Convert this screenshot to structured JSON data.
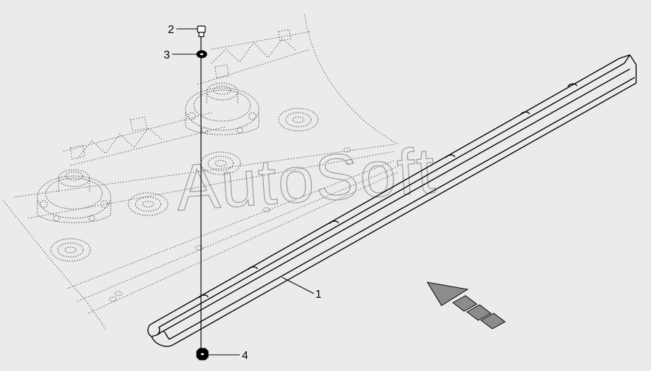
{
  "watermark": "AutoSoft",
  "callouts": {
    "c1": "1",
    "c2": "2",
    "c3": "3",
    "c4": "4"
  },
  "colors": {
    "background": "#ebebeb",
    "line": "#000000",
    "dotted_outline": "#444444",
    "arrow_fill": "#8c8c8c"
  }
}
